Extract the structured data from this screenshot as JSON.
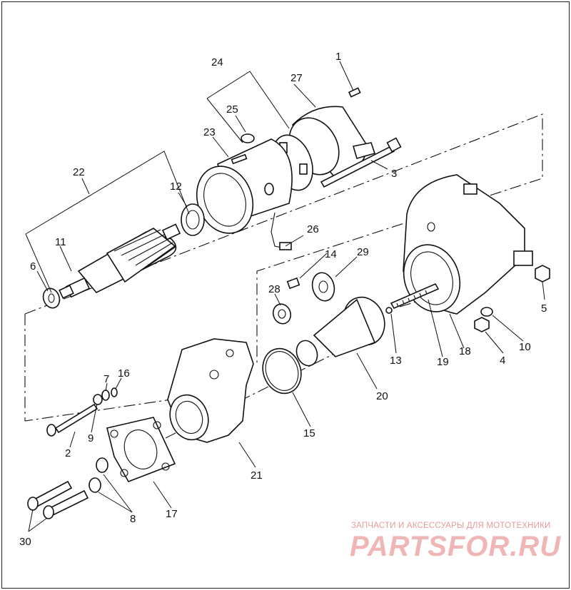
{
  "callouts": [
    {
      "id": "1",
      "label": "1"
    },
    {
      "id": "2",
      "label": "2"
    },
    {
      "id": "3",
      "label": "3"
    },
    {
      "id": "4",
      "label": "4"
    },
    {
      "id": "5",
      "label": "5"
    },
    {
      "id": "6",
      "label": "6"
    },
    {
      "id": "7",
      "label": "7"
    },
    {
      "id": "8",
      "label": "8"
    },
    {
      "id": "9",
      "label": "9"
    },
    {
      "id": "10",
      "label": "10"
    },
    {
      "id": "11",
      "label": "11"
    },
    {
      "id": "12",
      "label": "12"
    },
    {
      "id": "13",
      "label": "13"
    },
    {
      "id": "14",
      "label": "14"
    },
    {
      "id": "15",
      "label": "15"
    },
    {
      "id": "16",
      "label": "16"
    },
    {
      "id": "17",
      "label": "17"
    },
    {
      "id": "18",
      "label": "18"
    },
    {
      "id": "19",
      "label": "19"
    },
    {
      "id": "20",
      "label": "20"
    },
    {
      "id": "21",
      "label": "21"
    },
    {
      "id": "22",
      "label": "22"
    },
    {
      "id": "23",
      "label": "23"
    },
    {
      "id": "24",
      "label": "24"
    },
    {
      "id": "25",
      "label": "25"
    },
    {
      "id": "26",
      "label": "26"
    },
    {
      "id": "27",
      "label": "27"
    },
    {
      "id": "28",
      "label": "28"
    },
    {
      "id": "29",
      "label": "29"
    },
    {
      "id": "30",
      "label": "30"
    }
  ],
  "watermark": {
    "tagline": "ЗАПЧАСТИ И АКСЕССУАРЫ ДЛЯ МОТОТЕХНИКИ",
    "brand": "PARTSFOR.RU",
    "color": "#f0b6b6"
  }
}
